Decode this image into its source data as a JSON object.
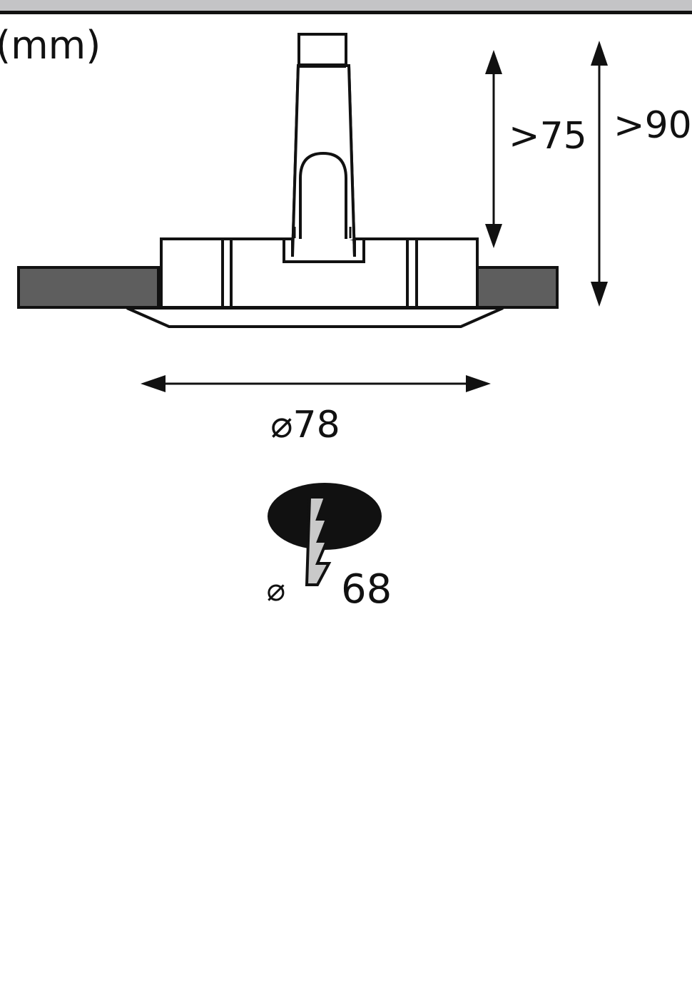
{
  "unit_label": "(mm)",
  "dimensions": {
    "installation_depth_min": ">75",
    "total_depth_min": ">90",
    "outer_diameter": "⌀78",
    "cutout_diameter_symbol": "⌀",
    "cutout_diameter_value": "68"
  },
  "colors": {
    "ceiling": "#5e5e5e",
    "header_band": "#c4c4c6",
    "line": "#111111",
    "drill_bit": "#c9c9c9"
  }
}
